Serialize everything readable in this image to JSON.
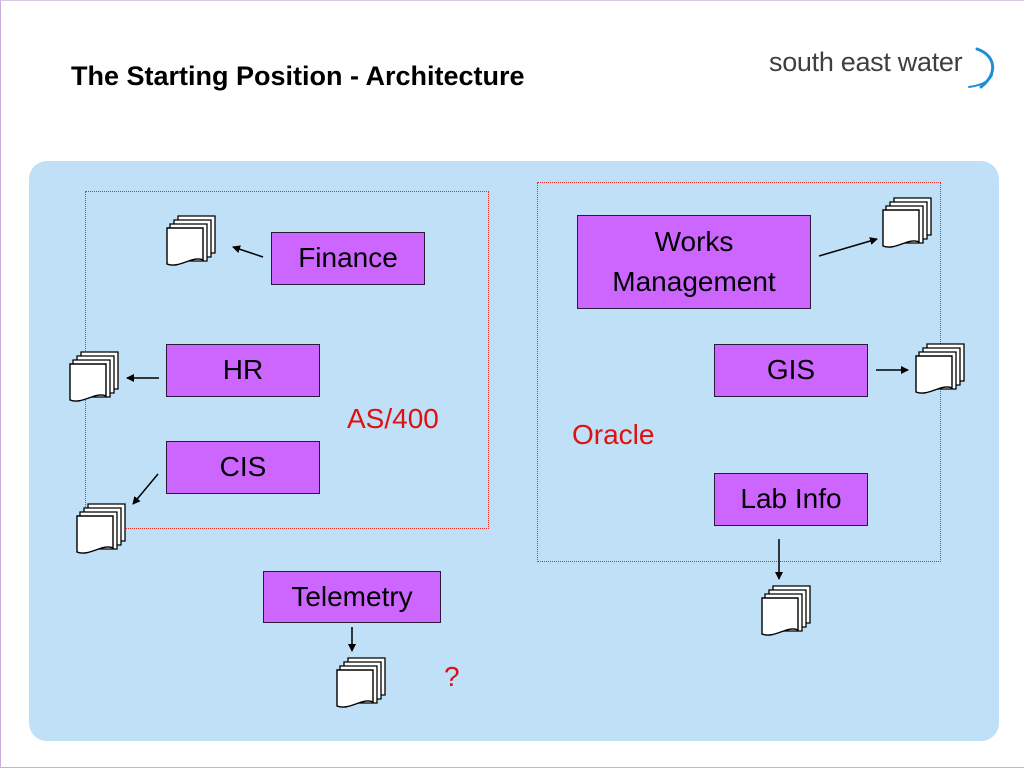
{
  "slide": {
    "title": "The Starting Position - Architecture"
  },
  "logo": {
    "text": "south east water",
    "colors": {
      "text": "#3f3f3f",
      "swoosh": "#1e8fd6"
    }
  },
  "diagram": {
    "groups": {
      "as400": {
        "label": "AS/400"
      },
      "oracle": {
        "label": "Oracle"
      }
    },
    "systems": {
      "finance": "Finance",
      "hr": "HR",
      "cis": "CIS",
      "telemetry": "Telemetry",
      "works_management": "Works\nManagement",
      "gis": "GIS",
      "lab_info": "Lab Info"
    },
    "unknown_marker": "?",
    "colors": {
      "panel": "#bfe0f7",
      "system_box": "#cc66ff",
      "group_border": "#e03030",
      "platform_label": "#e01010"
    },
    "icons": {
      "report": "document-stack-icon"
    }
  }
}
